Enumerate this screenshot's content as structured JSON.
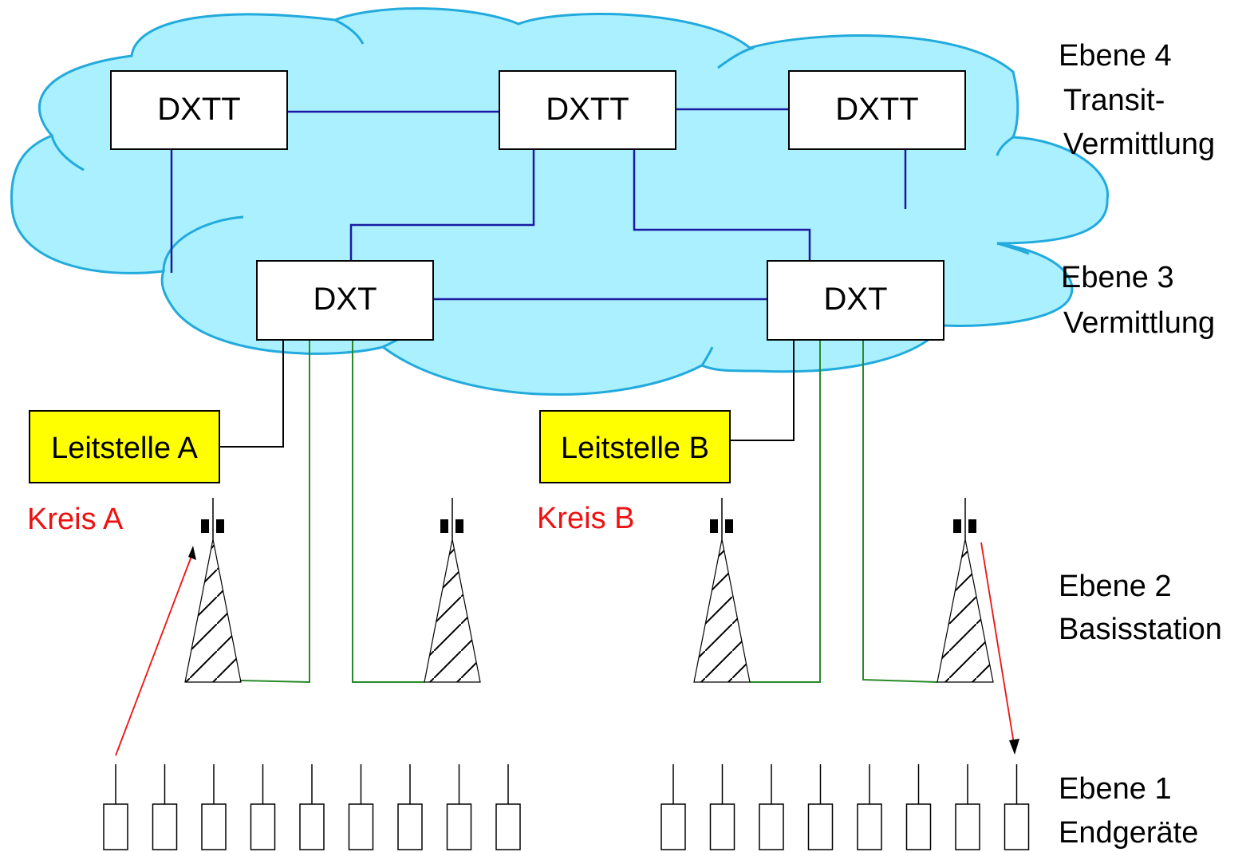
{
  "nodes": {
    "dxtt_left": "DXTT",
    "dxtt_center": "DXTT",
    "dxtt_right": "DXTT",
    "dxt_left": "DXT",
    "dxt_right": "DXT",
    "leitstelle_a": "Leitstelle A",
    "leitstelle_b": "Leitstelle B"
  },
  "circles": {
    "a": "Kreis A",
    "b": "Kreis B"
  },
  "levels": {
    "ebene4": [
      "Ebene 4",
      "Transit-",
      "Vermittlung"
    ],
    "ebene3": [
      "Ebene 3",
      "Vermittlung"
    ],
    "ebene2": [
      "Ebene 2",
      "Basisstation"
    ],
    "ebene1": [
      "Ebene 1",
      "Endgeräte"
    ]
  },
  "colors": {
    "cloud_fill": "#aaf0ff",
    "cloud_stroke": "#22aadd",
    "core_link": "#1a1aa0",
    "access_link": "#2a8a2a",
    "control_link": "#000000",
    "leitstelle_fill": "#ffff00",
    "kreis_text": "#ee1111",
    "radio_arrow": "#ee1111"
  },
  "terminals": {
    "group_a_count": 9,
    "group_b_count": 8
  }
}
